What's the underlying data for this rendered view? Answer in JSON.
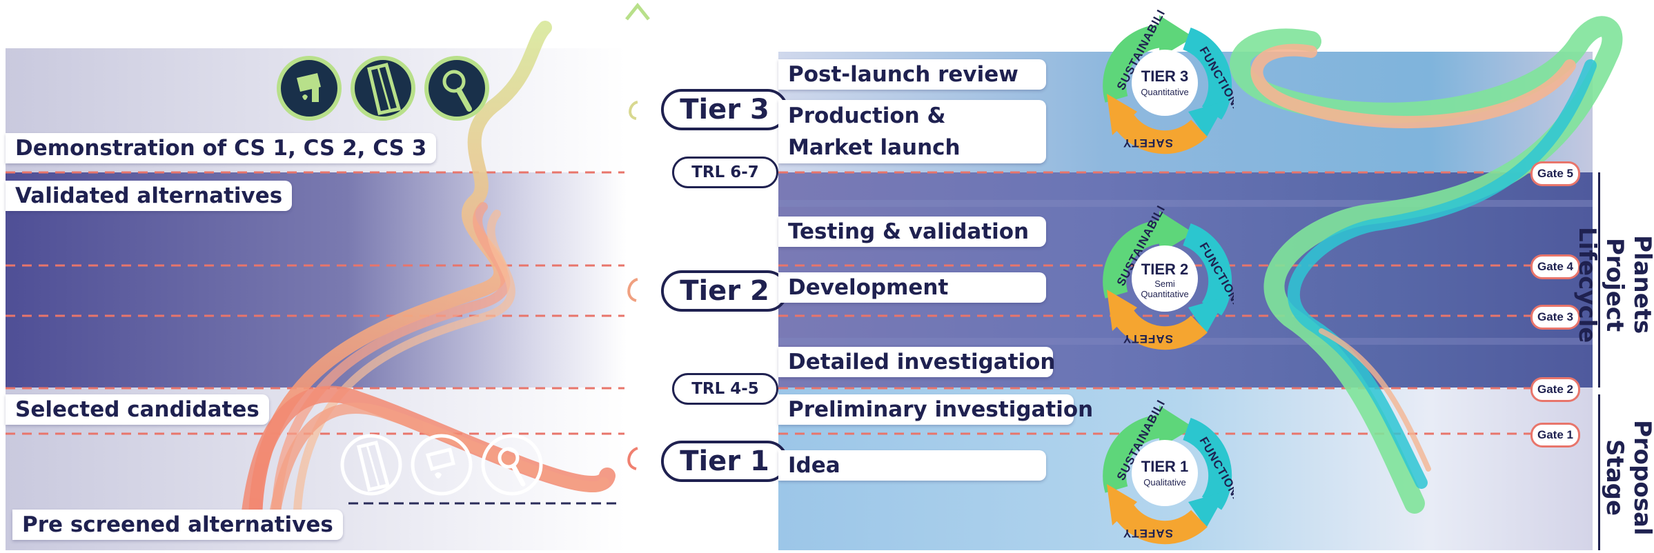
{
  "left_column": {
    "demonstration": "Demonstration of CS 1, CS 2, CS 3",
    "validated": "Validated alternatives",
    "selected": "Selected candidates",
    "prescreened": "Pre screened alternatives",
    "top_icons": [
      "paint-brush-icon",
      "insulation-panel-icon",
      "magnifier-icon"
    ],
    "bottom_icons": [
      "insulation-panel-icon",
      "paint-brush-icon",
      "magnifier-icon"
    ]
  },
  "center_axis": {
    "tiers": [
      "Tier 3",
      "Tier 2",
      "Tier 1"
    ],
    "trl": [
      "TRL 6-7",
      "TRL 4-5"
    ]
  },
  "stages": {
    "post_launch": "Post-launch review",
    "production_line1": "Production &",
    "production_line2": "Market launch",
    "testing": "Testing & validation",
    "development": "Development",
    "detailed": "Detailed investigation",
    "preliminary": "Preliminary investigation",
    "idea": "Idea"
  },
  "cycles": [
    {
      "title": "TIER 3",
      "subtitle": "Quantitative",
      "subtitle2": ""
    },
    {
      "title": "TIER 2",
      "subtitle": "Semi",
      "subtitle2": "Quantitative"
    },
    {
      "title": "TIER 1",
      "subtitle": "Qualitative",
      "subtitle2": ""
    }
  ],
  "cycle_labels": {
    "sustainability": "SUSTAINABILITY",
    "functionality": "FUNCTIONALITY",
    "safety": "SAFETY"
  },
  "gates": [
    "Gate 5",
    "Gate 4",
    "Gate 3",
    "Gate 2",
    "Gate 1"
  ],
  "side_labels": {
    "project_line1": "Planets",
    "project_line2": "Project Lifecycle",
    "proposal_line1": "Proposal",
    "proposal_line2": "Stage"
  },
  "colors": {
    "navy": "#1f2150",
    "band": "#5d5fa0",
    "gate_line": "#e8756b",
    "green": "#5ed67a",
    "teal": "#2bc6cf",
    "orange": "#f5a530",
    "coral": "#f07a66"
  }
}
